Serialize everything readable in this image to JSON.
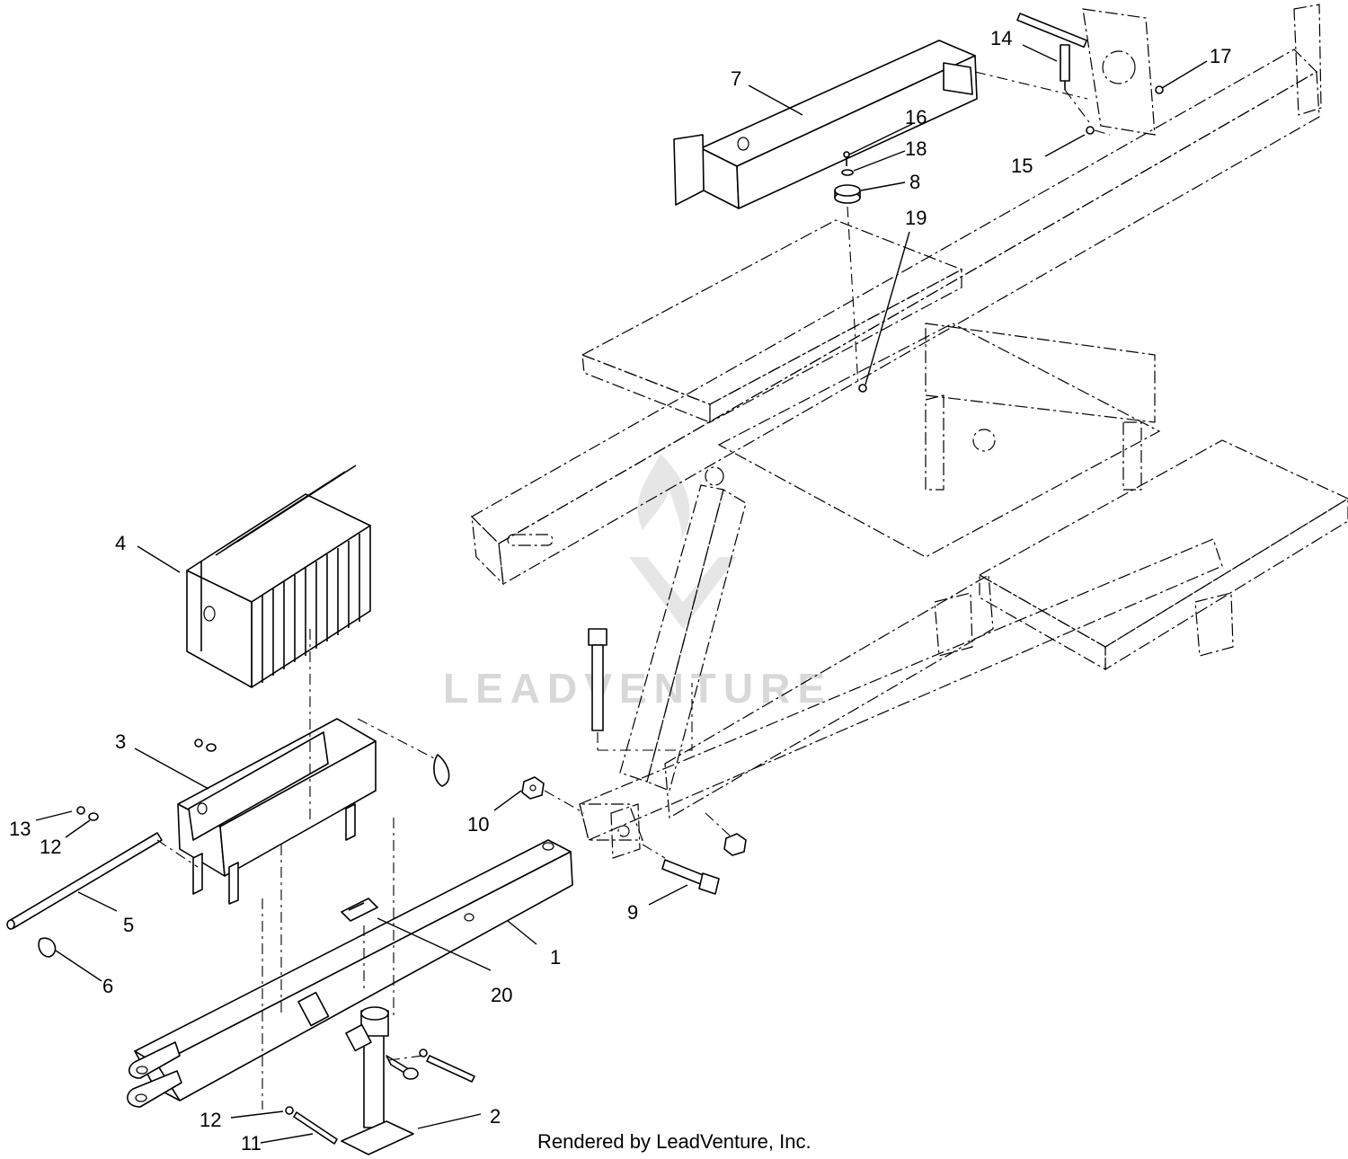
{
  "callouts": [
    {
      "id": "c1",
      "label": "1"
    },
    {
      "id": "c2",
      "label": "2"
    },
    {
      "id": "c3",
      "label": "3"
    },
    {
      "id": "c4",
      "label": "4"
    },
    {
      "id": "c5",
      "label": "5"
    },
    {
      "id": "c6",
      "label": "6"
    },
    {
      "id": "c7",
      "label": "7"
    },
    {
      "id": "c8",
      "label": "8"
    },
    {
      "id": "c9",
      "label": "9"
    },
    {
      "id": "c10",
      "label": "10"
    },
    {
      "id": "c11",
      "label": "11"
    },
    {
      "id": "c12a",
      "label": "12"
    },
    {
      "id": "c12b",
      "label": "12"
    },
    {
      "id": "c13",
      "label": "13"
    },
    {
      "id": "c14",
      "label": "14"
    },
    {
      "id": "c15",
      "label": "15"
    },
    {
      "id": "c16",
      "label": "16"
    },
    {
      "id": "c17",
      "label": "17"
    },
    {
      "id": "c18",
      "label": "18"
    },
    {
      "id": "c19",
      "label": "19"
    },
    {
      "id": "c20",
      "label": "20"
    }
  ],
  "credit": "Rendered by LeadVenture, Inc.",
  "watermark": "LEADVENTURE"
}
